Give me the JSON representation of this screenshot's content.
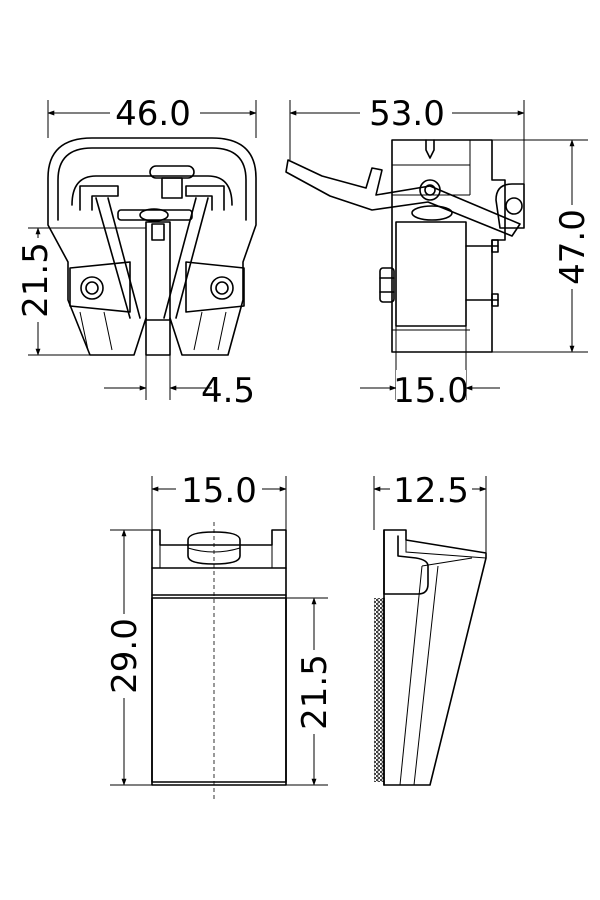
{
  "drawing": {
    "views": {
      "front": {
        "width_label": "46.0",
        "height_label": "21.5",
        "gap_label": "4.5"
      },
      "side": {
        "width_label": "53.0",
        "height_label": "47.0",
        "pad_label": "15.0"
      },
      "pad_front": {
        "width_label": "15.0",
        "height_label": "29.0",
        "knurl_label": "21.5"
      },
      "pad_side": {
        "width_label": "12.5"
      }
    }
  }
}
